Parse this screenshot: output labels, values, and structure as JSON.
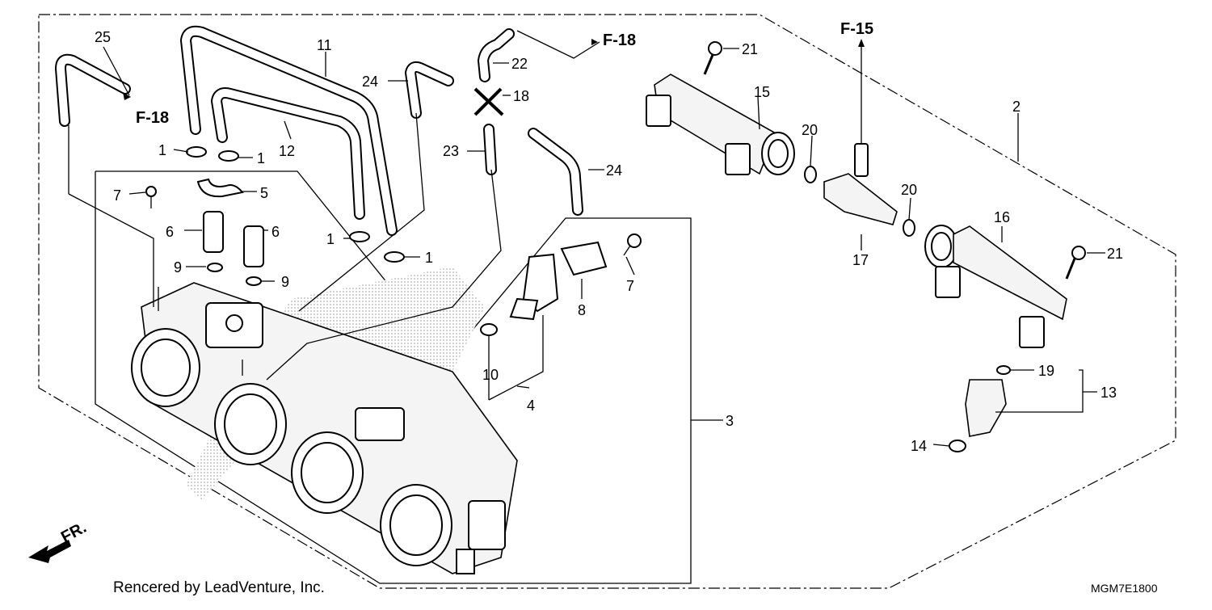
{
  "diagram": {
    "callouts": [
      "1",
      "1",
      "1",
      "1",
      "2",
      "3",
      "4",
      "5",
      "6",
      "6",
      "7",
      "7",
      "8",
      "9",
      "9",
      "10",
      "11",
      "12",
      "13",
      "14",
      "15",
      "16",
      "17",
      "18",
      "19",
      "20",
      "20",
      "21",
      "21",
      "22",
      "23",
      "24",
      "24",
      "25"
    ],
    "refs": [
      "F-18",
      "F-18",
      "F-15"
    ],
    "front_marker": "FR.",
    "credit": "Rencered by LeadVenture, Inc.",
    "code": "MGM7E1800"
  }
}
